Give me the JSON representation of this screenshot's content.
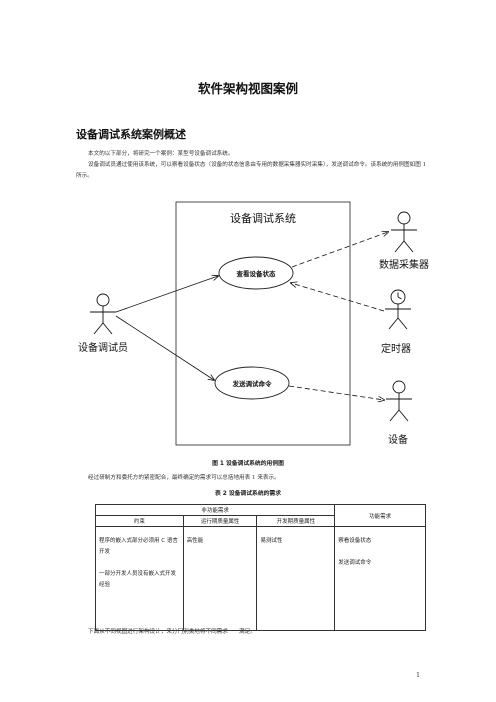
{
  "document": {
    "title": "软件架构视图案例",
    "section_heading": "设备调试系统案例概述",
    "paragraphs": [
      "本文的以下部分，将研究一个案例：某型号设备调试系统。",
      "设备调试员通过使用该系统，可以察看设备状态（设备的状态信息由专用的数据采集器实时采集），发送调试命令。该系统的用例图如图 1 所示。"
    ],
    "figure_caption": "图 1  设备调试系统的用例图",
    "table_intro": "经过研制方和委托方的紧密配合，最终确定的需求可以总括地用表 1 来表示。",
    "table_caption": "表 2  设备调试系统的需求",
    "closing_text": "下面从不同视图进行架构设计，来分门别类地将不同需求一一满足。",
    "page_number": "1"
  },
  "diagram": {
    "system_name": "设备调试系统",
    "use_cases": [
      "查看设备状态",
      "发送调试命令"
    ],
    "actors": [
      "设备调试员",
      "数据采集器",
      "定时器",
      "设备"
    ]
  },
  "requirements_table": {
    "header_nonfunctional": "非功能需求",
    "header_functional": "功能需求",
    "columns": [
      "约束",
      "运行期质量属性",
      "开发期质量属性"
    ],
    "constraints": [
      "程序的嵌入式部分必须用 C 语言开发",
      "一部分开发人员没有嵌入式开发经验"
    ],
    "runtime_quality": "高性能",
    "devtime_quality": "易测试性",
    "functional": [
      "察看设备状态",
      "发送调试命令"
    ]
  },
  "colors": {
    "text": "#222222",
    "line": "#333333",
    "background": "#ffffff"
  }
}
